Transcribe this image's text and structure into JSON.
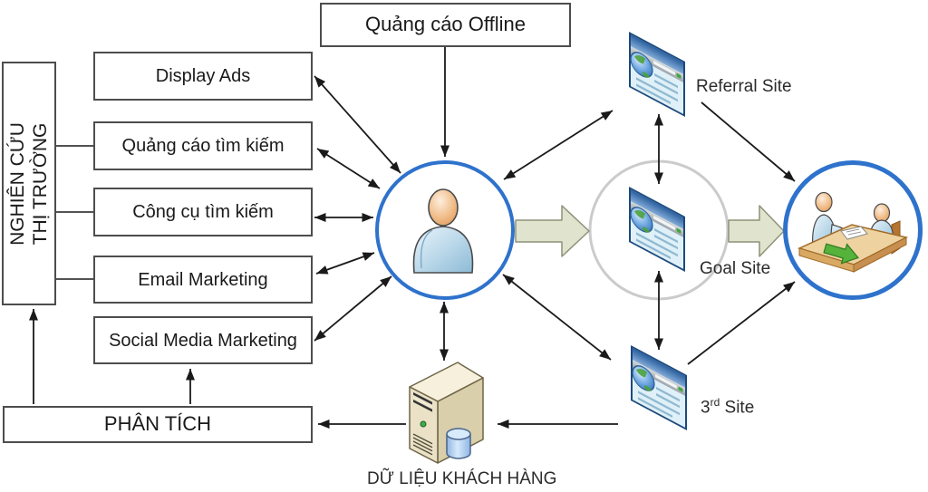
{
  "diagram": {
    "research_box": {
      "line1": "NGHIÊN CỨU",
      "line2": "THỊ TRƯỜNG"
    },
    "offline_box": "Quảng cáo Offline",
    "channel_boxes": [
      "Display Ads",
      "Quảng cáo tìm kiếm",
      "Công cụ tìm kiếm",
      "Email Marketing",
      "Social Media Marketing"
    ],
    "analysis_box": "PHÂN TÍCH",
    "site_labels": {
      "referral": "Referral Site",
      "goal": "Goal Site",
      "third_number": "3",
      "third_ordinal": "rd",
      "third_rest": " Site"
    },
    "database_label": "DỮ LIỆU KHÁCH HÀNG",
    "icons": {
      "center_circle": "visitor-person-icon",
      "right_circle": "customer-meeting-icon",
      "site_nodes": "browser-window-icon",
      "bottom_node": "database-server-icon"
    }
  },
  "colors": {
    "circle_blue": "#2e72cc",
    "gray_circle": "#cbcbcb",
    "line": "#1a1a1a",
    "block_fill": "#e0e3cd",
    "block_stroke": "#8e9279",
    "box_border": "#4d4d4d"
  }
}
